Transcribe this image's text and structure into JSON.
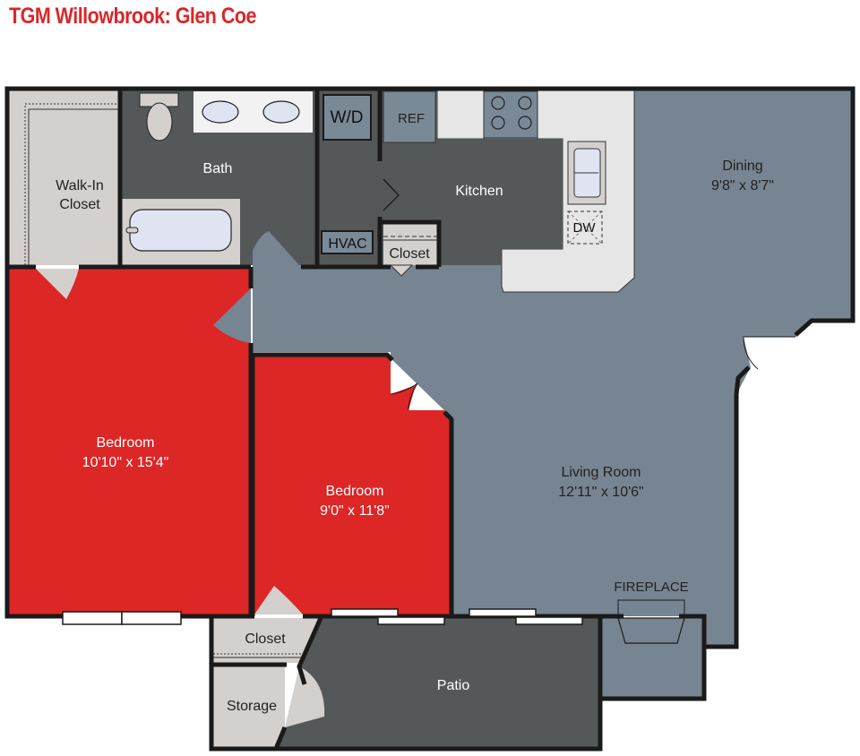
{
  "title": "TGM Willowbrook: Glen Coe",
  "colors": {
    "title": "#d8272a",
    "bedroom": "#dd2626",
    "living": "#778592",
    "dark_room": "#555859",
    "closet": "#d3d0cd",
    "counter": "#e6e6e6",
    "fixture": "#e0e4f2",
    "appliance": "#7a8996",
    "wall": "#1a1a1a"
  },
  "rooms": {
    "walk_in_closet": {
      "name": "Walk-In",
      "name2": "Closet"
    },
    "bath": {
      "name": "Bath"
    },
    "wd": {
      "name": "W/D"
    },
    "ref": {
      "name": "REF"
    },
    "kitchen": {
      "name": "Kitchen"
    },
    "hvac": {
      "name": "HVAC"
    },
    "kitchen_closet": {
      "name": "Closet"
    },
    "dw": {
      "name": "DW"
    },
    "dining": {
      "name": "Dining",
      "size": "9'8\" x 8'7\""
    },
    "bedroom1": {
      "name": "Bedroom",
      "size": "10'10\" x 15'4\""
    },
    "bedroom2": {
      "name": "Bedroom",
      "size": "9'0\" x 11'8\""
    },
    "living": {
      "name": "Living Room",
      "size": "12'11\" x 10'6\""
    },
    "fireplace": {
      "name": "FIREPLACE"
    },
    "patio_closet": {
      "name": "Closet"
    },
    "storage": {
      "name": "Storage"
    },
    "patio": {
      "name": "Patio"
    }
  }
}
